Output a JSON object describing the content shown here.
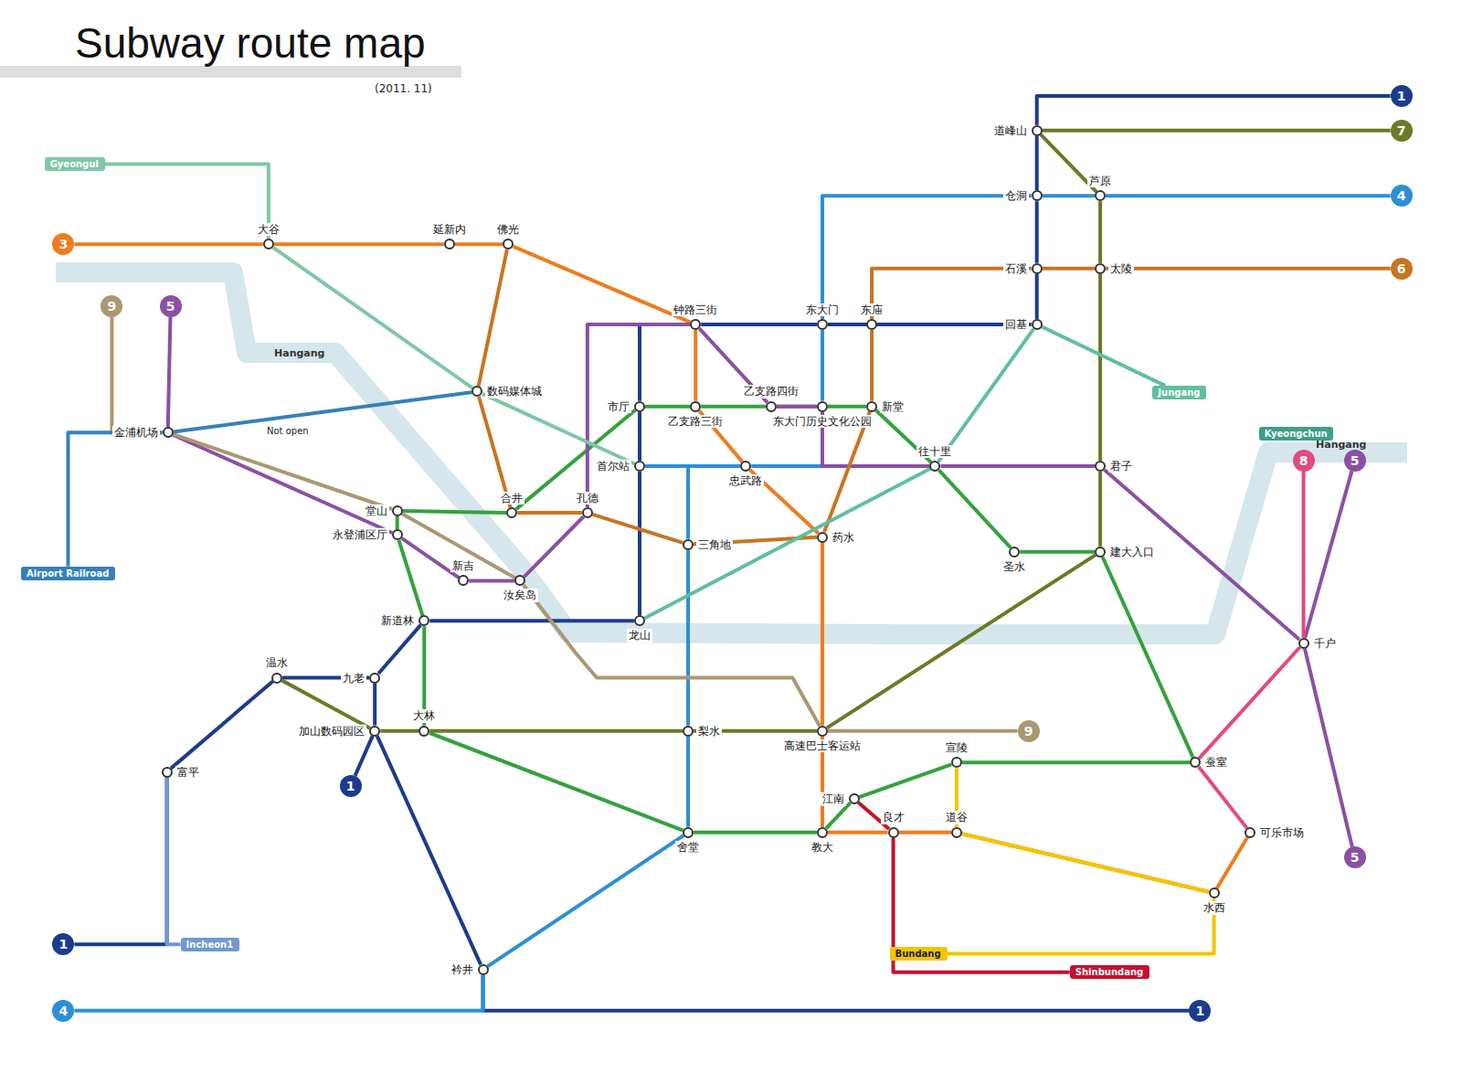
{
  "diagram": {
    "title": "Subway route map",
    "nodes": [
      {
        "text": [
          "1"
        ]
      },
      {
        "text": [
          "道峰山"
        ]
      },
      {
        "text": [
          "7"
        ]
      },
      {
        "text": [
          "仓洞"
        ]
      },
      {
        "text": [
          "芦原"
        ]
      },
      {
        "text": [
          "4"
        ]
      },
      {
        "text": [
          "3"
        ]
      },
      {
        "text": [
          "Gyeongui"
        ]
      },
      {
        "text": [
          "大谷"
        ]
      },
      {
        "text": [
          "延新内"
        ]
      },
      {
        "text": [
          "佛光"
        ]
      },
      {
        "text": [
          "石溪"
        ]
      },
      {
        "text": [
          "太陵"
        ]
      },
      {
        "text": [
          "6"
        ]
      },
      {
        "text": [
          "9"
        ]
      },
      {
        "text": [
          "5"
        ]
      },
      {
        "text": [
          "东庙"
        ]
      },
      {
        "text": [
          "钟路三街"
        ]
      },
      {
        "text": [
          "东大门"
        ]
      },
      {
        "text": [
          "回基"
        ]
      },
      {
        "text": [
          "金浦机场"
        ]
      },
      {
        "text": [
          "数码媒体城"
        ]
      },
      {
        "text": [
          "市厅"
        ]
      },
      {
        "text": [
          "乙支路三街"
        ]
      },
      {
        "text": [
          "乙支路四街"
        ]
      },
      {
        "text": [
          "东大门历史文化公园"
        ]
      },
      {
        "text": [
          "新堂"
        ]
      },
      {
        "text": [
          "Jungang"
        ]
      },
      {
        "text": [
          "Kyeongchun"
        ]
      },
      {
        "text": [
          "首尔站"
        ]
      },
      {
        "text": [
          "忠武路"
        ]
      },
      {
        "text": [
          "往十里"
        ]
      },
      {
        "text": [
          "君子"
        ]
      },
      {
        "text": [
          "8"
        ]
      },
      {
        "text": [
          "5"
        ]
      },
      {
        "text": [
          "堂山"
        ]
      },
      {
        "text": [
          "合井"
        ]
      },
      {
        "text": [
          "孔德"
        ]
      },
      {
        "text": [
          "永登浦区厅"
        ]
      },
      {
        "text": [
          "药水"
        ]
      },
      {
        "text": [
          "三角地"
        ]
      },
      {
        "text": [
          "圣水"
        ]
      },
      {
        "text": [
          "建大入口"
        ]
      },
      {
        "text": [
          "汝矣岛"
        ]
      },
      {
        "text": [
          "新吉"
        ]
      },
      {
        "text": [
          "新道林"
        ]
      },
      {
        "text": [
          "龙山"
        ]
      },
      {
        "text": [
          "千户"
        ]
      },
      {
        "text": [
          "九老"
        ]
      },
      {
        "text": [
          "温水"
        ]
      },
      {
        "text": [
          "1"
        ]
      },
      {
        "text": [
          "加山数码园区"
        ]
      },
      {
        "text": [
          "大林"
        ]
      },
      {
        "text": [
          "梨水"
        ]
      },
      {
        "text": [
          "高速巴士客运站"
        ]
      },
      {
        "text": [
          "9"
        ]
      },
      {
        "text": [
          "宣陵"
        ]
      },
      {
        "text": [
          "蚕室"
        ]
      },
      {
        "text": [
          "富平"
        ]
      },
      {
        "text": [
          "江南"
        ]
      },
      {
        "text": [
          "舍堂"
        ]
      },
      {
        "text": [
          "教大"
        ]
      },
      {
        "text": [
          "良才"
        ]
      },
      {
        "text": [
          "道谷"
        ]
      },
      {
        "text": [
          "可乐市场"
        ]
      },
      {
        "text": [
          "5"
        ]
      },
      {
        "text": [
          "水西"
        ]
      },
      {
        "text": [
          "1"
        ]
      },
      {
        "text": [
          "Incheon1"
        ]
      },
      {
        "text": [
          "Bundang"
        ]
      },
      {
        "text": [
          "Shinbundang"
        ]
      },
      {
        "text": [
          "衿井"
        ]
      },
      {
        "text": [
          "4"
        ]
      },
      {
        "text": [
          "1"
        ]
      },
      {
        "text": [
          "Airport Railroad"
        ]
      }
    ],
    "edges": [
      {
        "from": 0,
        "to": 1,
        "arrow": "none"
      },
      {
        "from": 1,
        "to": 3,
        "arrow": "none"
      },
      {
        "from": 3,
        "to": 11,
        "arrow": "none"
      },
      {
        "from": 11,
        "to": 19,
        "arrow": "none"
      },
      {
        "from": 19,
        "to": 18,
        "arrow": "none"
      },
      {
        "from": 18,
        "to": 17,
        "arrow": "none"
      },
      {
        "from": 17,
        "to": 22,
        "arrow": "none"
      },
      {
        "from": 22,
        "to": 29,
        "arrow": "none"
      },
      {
        "from": 29,
        "to": 46,
        "arrow": "none"
      },
      {
        "from": 46,
        "to": 45,
        "arrow": "none"
      },
      {
        "from": 45,
        "to": 48,
        "arrow": "none"
      },
      {
        "from": 48,
        "to": 51,
        "arrow": "none"
      },
      {
        "from": 48,
        "to": 49,
        "arrow": "none"
      },
      {
        "from": 49,
        "to": 58,
        "arrow": "none"
      },
      {
        "from": 58,
        "to": 67,
        "arrow": "none"
      },
      {
        "from": 51,
        "to": 50,
        "arrow": "none"
      },
      {
        "from": 51,
        "to": 71,
        "arrow": "none"
      },
      {
        "from": 71,
        "to": 73,
        "arrow": "none"
      },
      {
        "from": 2,
        "to": 1,
        "arrow": "none"
      },
      {
        "from": 1,
        "to": 4,
        "arrow": "none"
      },
      {
        "from": 4,
        "to": 12,
        "arrow": "none"
      },
      {
        "from": 12,
        "to": 32,
        "arrow": "none"
      },
      {
        "from": 32,
        "to": 42,
        "arrow": "none"
      },
      {
        "from": 42,
        "to": 54,
        "arrow": "none"
      },
      {
        "from": 54,
        "to": 53,
        "arrow": "none"
      },
      {
        "from": 53,
        "to": 52,
        "arrow": "none"
      },
      {
        "from": 52,
        "to": 51,
        "arrow": "none"
      },
      {
        "from": 51,
        "to": 49,
        "arrow": "none"
      },
      {
        "from": 5,
        "to": 4,
        "arrow": "none"
      },
      {
        "from": 4,
        "to": 3,
        "arrow": "none"
      },
      {
        "from": 3,
        "to": 18,
        "arrow": "none"
      },
      {
        "from": 18,
        "to": 25,
        "arrow": "none"
      },
      {
        "from": 25,
        "to": 30,
        "arrow": "none"
      },
      {
        "from": 30,
        "to": 29,
        "arrow": "none"
      },
      {
        "from": 29,
        "to": 40,
        "arrow": "none"
      },
      {
        "from": 40,
        "to": 53,
        "arrow": "none"
      },
      {
        "from": 53,
        "to": 60,
        "arrow": "none"
      },
      {
        "from": 60,
        "to": 71,
        "arrow": "none"
      },
      {
        "from": 71,
        "to": 72,
        "arrow": "none"
      },
      {
        "from": 6,
        "to": 8,
        "arrow": "none"
      },
      {
        "from": 8,
        "to": 9,
        "arrow": "none"
      },
      {
        "from": 9,
        "to": 10,
        "arrow": "none"
      },
      {
        "from": 10,
        "to": 17,
        "arrow": "none"
      },
      {
        "from": 17,
        "to": 23,
        "arrow": "none"
      },
      {
        "from": 23,
        "to": 30,
        "arrow": "none"
      },
      {
        "from": 30,
        "to": 39,
        "arrow": "none"
      },
      {
        "from": 39,
        "to": 54,
        "arrow": "none"
      },
      {
        "from": 54,
        "to": 61,
        "arrow": "none"
      },
      {
        "from": 61,
        "to": 62,
        "arrow": "none"
      },
      {
        "from": 62,
        "to": 63,
        "arrow": "none"
      },
      {
        "from": 63,
        "to": 66,
        "arrow": "none"
      },
      {
        "from": 66,
        "to": 64,
        "arrow": "none"
      },
      {
        "from": 22,
        "to": 23,
        "arrow": "none"
      },
      {
        "from": 23,
        "to": 24,
        "arrow": "none"
      },
      {
        "from": 24,
        "to": 25,
        "arrow": "none"
      },
      {
        "from": 25,
        "to": 26,
        "arrow": "none"
      },
      {
        "from": 26,
        "to": 31,
        "arrow": "none"
      },
      {
        "from": 31,
        "to": 41,
        "arrow": "none"
      },
      {
        "from": 41,
        "to": 42,
        "arrow": "none"
      },
      {
        "from": 42,
        "to": 57,
        "arrow": "none"
      },
      {
        "from": 57,
        "to": 56,
        "arrow": "none"
      },
      {
        "from": 56,
        "to": 59,
        "arrow": "none"
      },
      {
        "from": 59,
        "to": 61,
        "arrow": "none"
      },
      {
        "from": 61,
        "to": 60,
        "arrow": "none"
      },
      {
        "from": 60,
        "to": 52,
        "arrow": "none"
      },
      {
        "from": 52,
        "to": 45,
        "arrow": "none"
      },
      {
        "from": 45,
        "to": 38,
        "arrow": "none"
      },
      {
        "from": 38,
        "to": 35,
        "arrow": "none"
      },
      {
        "from": 35,
        "to": 36,
        "arrow": "none"
      },
      {
        "from": 36,
        "to": 22,
        "arrow": "none"
      },
      {
        "from": 15,
        "to": 20,
        "arrow": "none"
      },
      {
        "from": 20,
        "to": 38,
        "arrow": "none"
      },
      {
        "from": 38,
        "to": 44,
        "arrow": "none"
      },
      {
        "from": 44,
        "to": 43,
        "arrow": "none"
      },
      {
        "from": 43,
        "to": 37,
        "arrow": "none"
      },
      {
        "from": 37,
        "to": 17,
        "arrow": "none"
      },
      {
        "from": 17,
        "to": 24,
        "arrow": "none"
      },
      {
        "from": 24,
        "to": 25,
        "arrow": "none"
      },
      {
        "from": 25,
        "to": 31,
        "arrow": "none"
      },
      {
        "from": 31,
        "to": 32,
        "arrow": "none"
      },
      {
        "from": 32,
        "to": 47,
        "arrow": "none"
      },
      {
        "from": 47,
        "to": 34,
        "arrow": "none"
      },
      {
        "from": 47,
        "to": 65,
        "arrow": "none"
      },
      {
        "from": 10,
        "to": 21,
        "arrow": "none"
      },
      {
        "from": 21,
        "to": 36,
        "arrow": "none"
      },
      {
        "from": 36,
        "to": 37,
        "arrow": "none"
      },
      {
        "from": 37,
        "to": 40,
        "arrow": "none"
      },
      {
        "from": 40,
        "to": 39,
        "arrow": "none"
      },
      {
        "from": 39,
        "to": 26,
        "arrow": "none"
      },
      {
        "from": 26,
        "to": 16,
        "arrow": "none"
      },
      {
        "from": 16,
        "to": 11,
        "arrow": "none"
      },
      {
        "from": 11,
        "to": 12,
        "arrow": "none"
      },
      {
        "from": 12,
        "to": 13,
        "arrow": "none"
      },
      {
        "from": 14,
        "to": 20,
        "arrow": "none"
      },
      {
        "from": 20,
        "to": 35,
        "arrow": "none"
      },
      {
        "from": 35,
        "to": 43,
        "arrow": "none"
      },
      {
        "from": 43,
        "to": 54,
        "arrow": "none"
      },
      {
        "from": 54,
        "to": 55,
        "arrow": "none"
      },
      {
        "from": 33,
        "to": 47,
        "arrow": "none"
      },
      {
        "from": 47,
        "to": 57,
        "arrow": "none"
      },
      {
        "from": 57,
        "to": 64,
        "arrow": "none"
      },
      {
        "from": 7,
        "to": 8,
        "arrow": "none"
      },
      {
        "from": 8,
        "to": 21,
        "arrow": "none"
      },
      {
        "from": 21,
        "to": 29,
        "arrow": "none"
      },
      {
        "from": 27,
        "to": 19,
        "arrow": "none"
      },
      {
        "from": 19,
        "to": 31,
        "arrow": "none"
      },
      {
        "from": 31,
        "to": 46,
        "arrow": "none"
      },
      {
        "from": 56,
        "to": 63,
        "arrow": "none"
      },
      {
        "from": 63,
        "to": 66,
        "arrow": "none"
      },
      {
        "from": 66,
        "to": 69,
        "arrow": "none"
      },
      {
        "from": 59,
        "to": 62,
        "arrow": "none"
      },
      {
        "from": 62,
        "to": 70,
        "arrow": "none"
      },
      {
        "from": 68,
        "to": 58,
        "arrow": "none"
      },
      {
        "from": 74,
        "to": 20,
        "arrow": "none"
      },
      {
        "from": 20,
        "to": 21,
        "arrow": "none"
      }
    ],
    "labels": [
      "(2011. 11)",
      "Hangang",
      "Hangang",
      "Not open"
    ]
  }
}
